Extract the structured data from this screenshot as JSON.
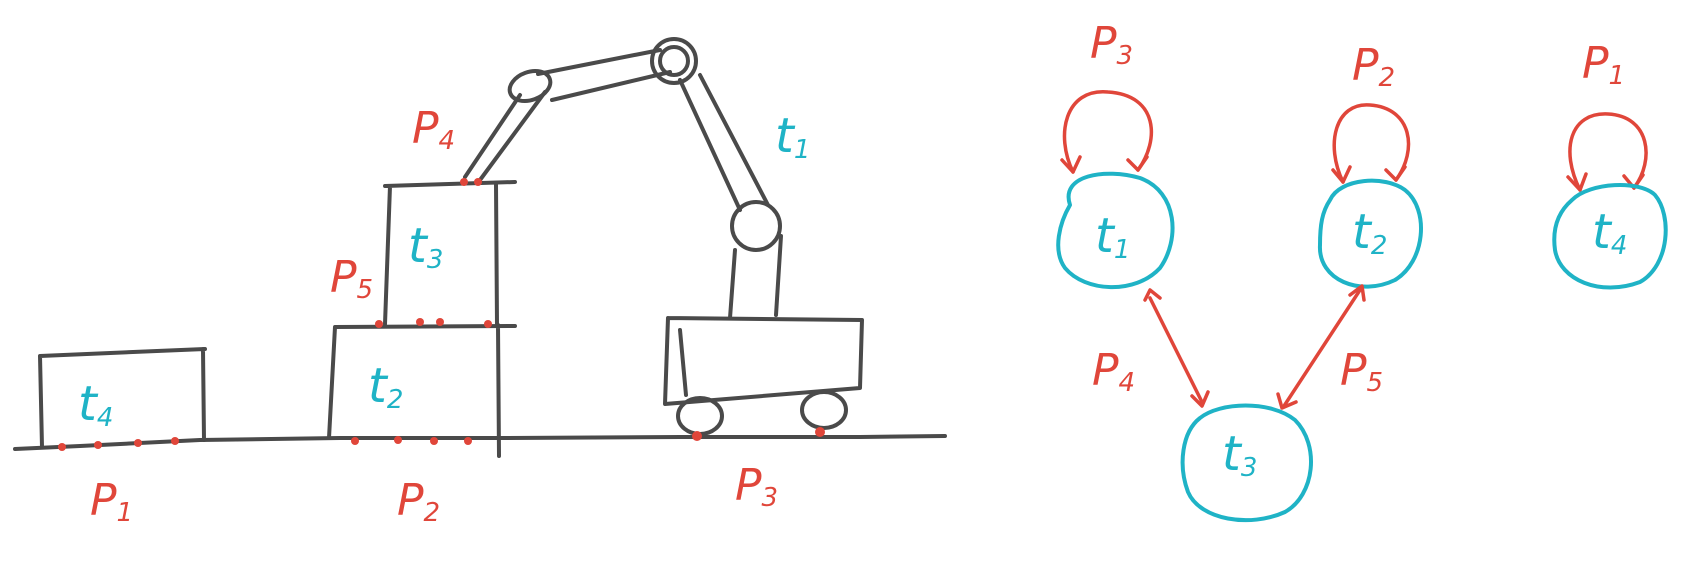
{
  "scene": {
    "robot_label": "t",
    "robot_sub": "1",
    "block_top": {
      "label": "t",
      "sub": "3"
    },
    "block_mid": {
      "label": "t",
      "sub": "2"
    },
    "block_left": {
      "label": "t",
      "sub": "4"
    },
    "contacts": [
      {
        "label": "P",
        "sub": "4"
      },
      {
        "label": "P",
        "sub": "5"
      },
      {
        "label": "P",
        "sub": "1"
      },
      {
        "label": "P",
        "sub": "2"
      },
      {
        "label": "P",
        "sub": "3"
      }
    ]
  },
  "graph": {
    "nodes": [
      {
        "label": "t",
        "sub": "1"
      },
      {
        "label": "t",
        "sub": "2"
      },
      {
        "label": "t",
        "sub": "4"
      },
      {
        "label": "t",
        "sub": "3"
      }
    ],
    "self_loops": [
      {
        "label": "P",
        "sub": "3"
      },
      {
        "label": "P",
        "sub": "2"
      },
      {
        "label": "P",
        "sub": "1"
      }
    ],
    "edges": [
      {
        "label": "P",
        "sub": "4"
      },
      {
        "label": "P",
        "sub": "5"
      }
    ]
  }
}
